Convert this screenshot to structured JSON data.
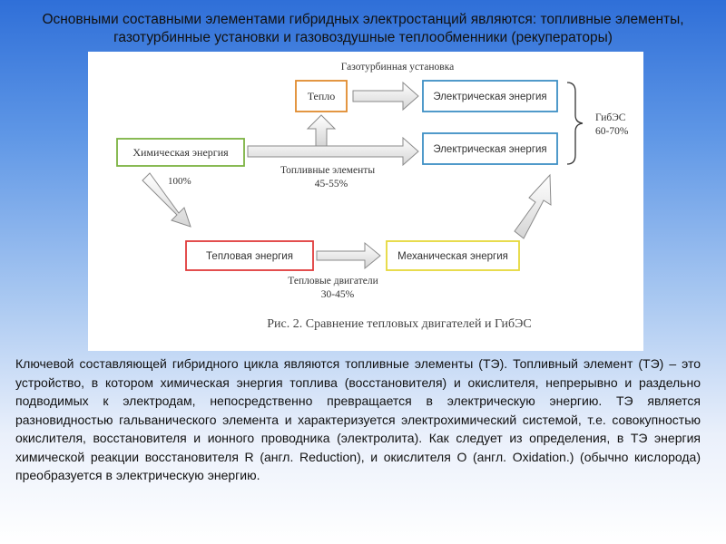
{
  "slide": {
    "title": "Основными составными элементами гибридных электростанций являются: топливные элементы, газотурбинные установки и газовоздушные теплообменники (рекуператоры)",
    "body": "Ключевой составляющей гибридного цикла являются топливные элементы (ТЭ). Топливный элемент (ТЭ) – это устройство, в котором химическая энергия топлива (восстановителя) и окислителя, непрерывно и раздельно подводимых к электродам, непосредственно превращается в электрическую энергию. ТЭ является разновидностью гальванического элемента и характеризуется электрохимический системой, т.е. совокупностью окислителя, восстановителя и ионного проводника (электролита). Как следует из определения, в ТЭ энергия химической реакции восстановителя R (англ. Reduction), и окислителя O (англ. Oxidation.) (обычно кислорода) преобразуется в электрическую энергию."
  },
  "diagram": {
    "label_gas_turbine": "Газотурбинная установка",
    "box_heat": "Тепло",
    "box_electric_top": "Электрическая энергия",
    "box_chemical": "Химическая энергия",
    "box_electric_mid": "Электрическая энергия",
    "box_thermal": "Тепловая энергия",
    "box_mechanical": "Механическая энергия",
    "label_100": "100%",
    "label_fuel_cells": "Топливные элементы",
    "label_fuel_cells_pct": "45-55%",
    "label_heat_engines": "Тепловые двигатели",
    "label_heat_engines_pct": "30-45%",
    "label_gibes": "ГибЭС",
    "label_gibes_pct": "60-70%",
    "caption": "Рис. 2. Сравнение тепловых двигателей и ГибЭС",
    "colors": {
      "heat": "#e08a2e",
      "electric": "#3d8fc4",
      "chemical": "#7cb342",
      "thermal": "#e03b3b",
      "mechanical": "#e5d83a"
    }
  }
}
